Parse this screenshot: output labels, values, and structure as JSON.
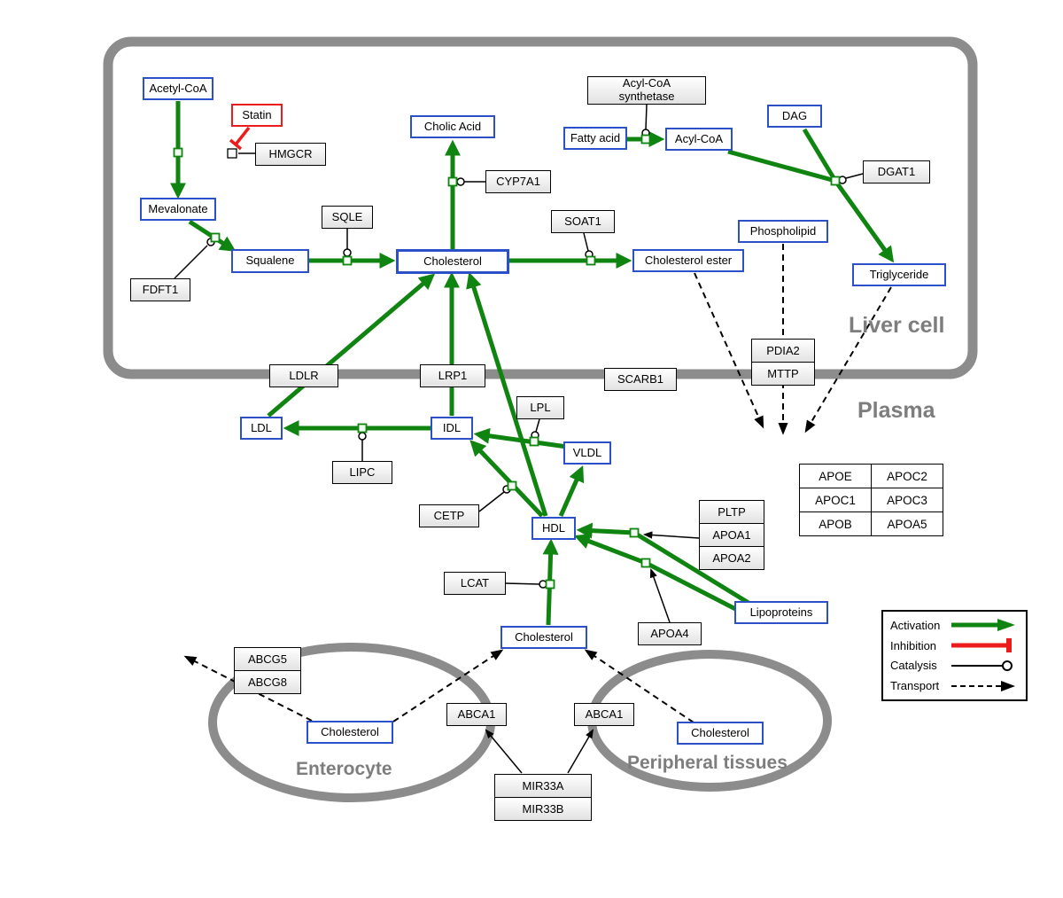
{
  "compartments": {
    "liver": "Liver cell",
    "plasma": "Plasma",
    "enterocyte": "Enterocyte",
    "peripheral": "Peripheral tissues"
  },
  "metabolites": {
    "acetyl_coa": "Acetyl-CoA",
    "mevalonate": "Mevalonate",
    "squalene": "Squalene",
    "cholesterol_liver": "Cholesterol",
    "cholic_acid": "Cholic Acid",
    "cholesterol_ester": "Cholesterol ester",
    "fatty_acid": "Fatty acid",
    "acyl_coa": "Acyl-CoA",
    "dag": "DAG",
    "phospholipid": "Phospholipid",
    "triglyceride": "Triglyceride",
    "ldl": "LDL",
    "idl": "IDL",
    "vldl": "VLDL",
    "hdl": "HDL",
    "lipoproteins": "Lipoproteins",
    "cholesterol_plasma": "Cholesterol",
    "cholesterol_enterocyte": "Cholesterol",
    "cholesterol_peripheral": "Cholesterol"
  },
  "drugs": {
    "statin": "Statin"
  },
  "enzymes": {
    "hmgcr": "HMGCR",
    "fdft1": "FDFT1",
    "sqle": "SQLE",
    "cyp7a1": "CYP7A1",
    "soat1": "SOAT1",
    "acyl_coa_synthetase": "Acyl-CoA synthetase",
    "dgat1": "DGAT1",
    "ldlr": "LDLR",
    "lrp1": "LRP1",
    "scarb1": "SCARB1",
    "pdia2": "PDIA2",
    "mttp": "MTTP",
    "lipc": "LIPC",
    "lpl": "LPL",
    "cetp": "CETP",
    "lcat": "LCAT",
    "apoa4": "APOA4",
    "pltp": "PLTP",
    "apoa1": "APOA1",
    "apoa2": "APOA2",
    "abcg5": "ABCG5",
    "abcg8": "ABCG8",
    "abca1_left": "ABCA1",
    "abca1_right": "ABCA1",
    "mir33a": "MIR33A",
    "mir33b": "MIR33B"
  },
  "apo_table": {
    "rows": [
      [
        "APOE",
        "APOC2"
      ],
      [
        "APOC1",
        "APOC3"
      ],
      [
        "APOB",
        "APOA5"
      ]
    ]
  },
  "legend": {
    "activation": "Activation",
    "inhibition": "Inhibition",
    "catalysis": "Catalysis",
    "transport": "Transport"
  },
  "colors": {
    "activation_green": "#108410",
    "inhibition_red": "#ed1c1c",
    "metabolite_blue": "#2b50c8",
    "membrane_gray": "#8c8c8c"
  }
}
